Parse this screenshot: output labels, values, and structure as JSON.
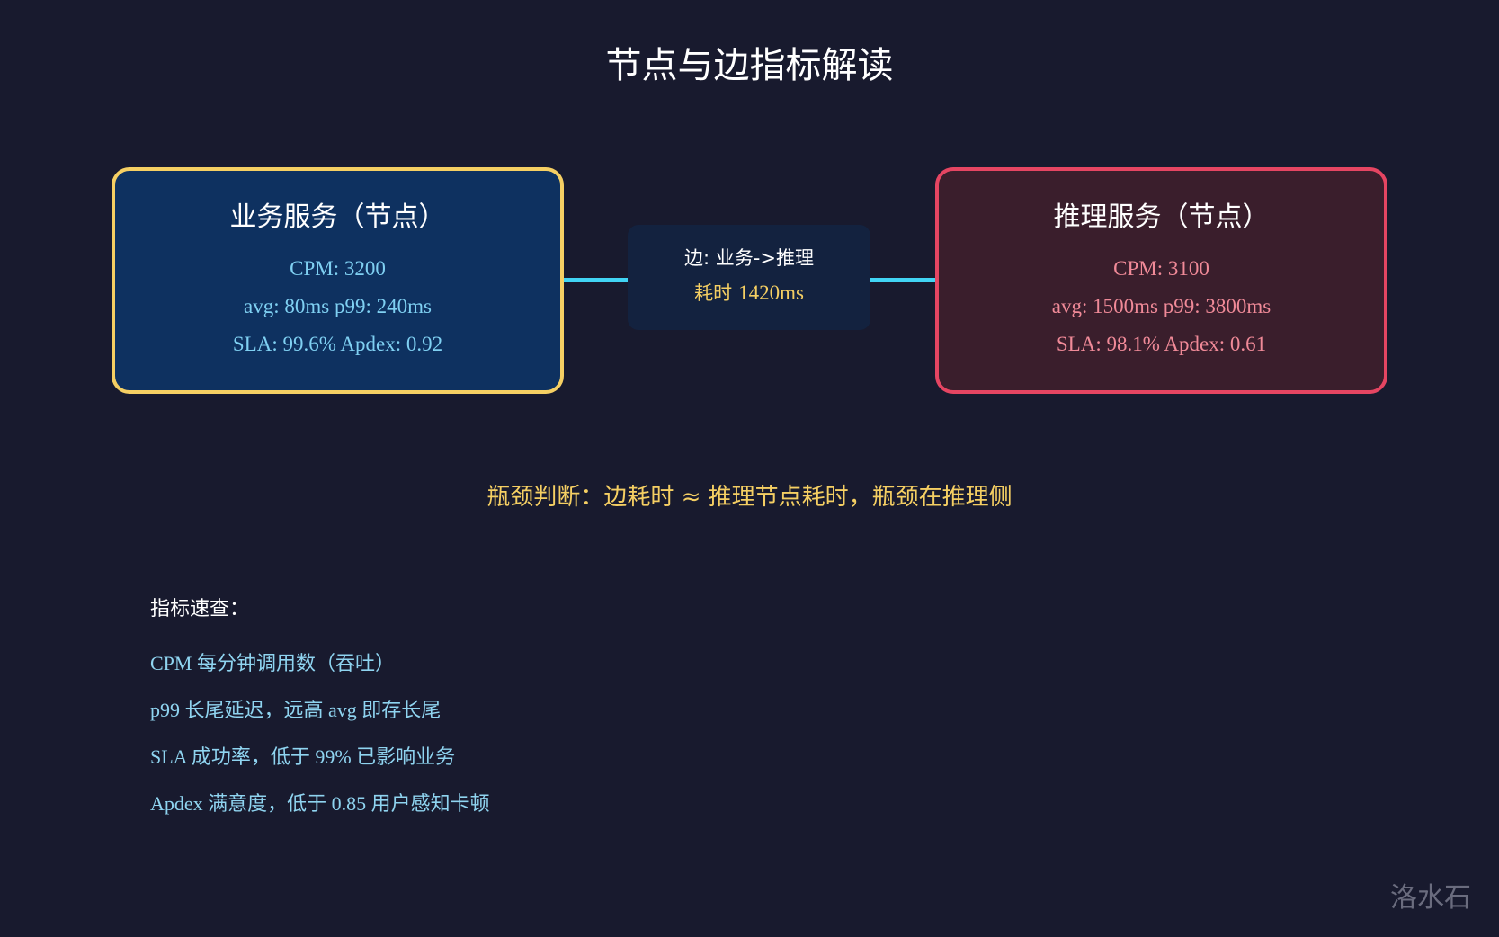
{
  "title": "节点与边指标解读",
  "nodes": {
    "left": {
      "title": "业务服务（节点）",
      "metrics": [
        "CPM: 3200",
        "avg: 80ms p99: 240ms",
        "SLA: 99.6% Apdex: 0.92"
      ],
      "border_color": "#f5cf63",
      "fill_color": "#0e3160"
    },
    "right": {
      "title": "推理服务（节点）",
      "metrics": [
        "CPM: 3100",
        "avg: 1500ms p99: 3800ms",
        "SLA: 98.1% Apdex: 0.61"
      ],
      "border_color": "#e54562",
      "fill_color": "#3a1e2c"
    }
  },
  "edge": {
    "label": "边: 业务->推理",
    "time_prefix": "耗时",
    "time_value": "1420ms",
    "line_color": "#41d4f4"
  },
  "verdict": "瓶颈判断：边耗时 ≈ 推理节点耗时，瓶颈在推理侧",
  "legend": {
    "title": "指标速查：",
    "items": [
      "CPM 每分钟调用数（吞吐）",
      "p99 长尾延迟，远高 avg 即存长尾",
      "SLA 成功率，低于 99% 已影响业务",
      "Apdex 满意度，低于 0.85 用户感知卡顿"
    ]
  },
  "watermark": "洛水石"
}
